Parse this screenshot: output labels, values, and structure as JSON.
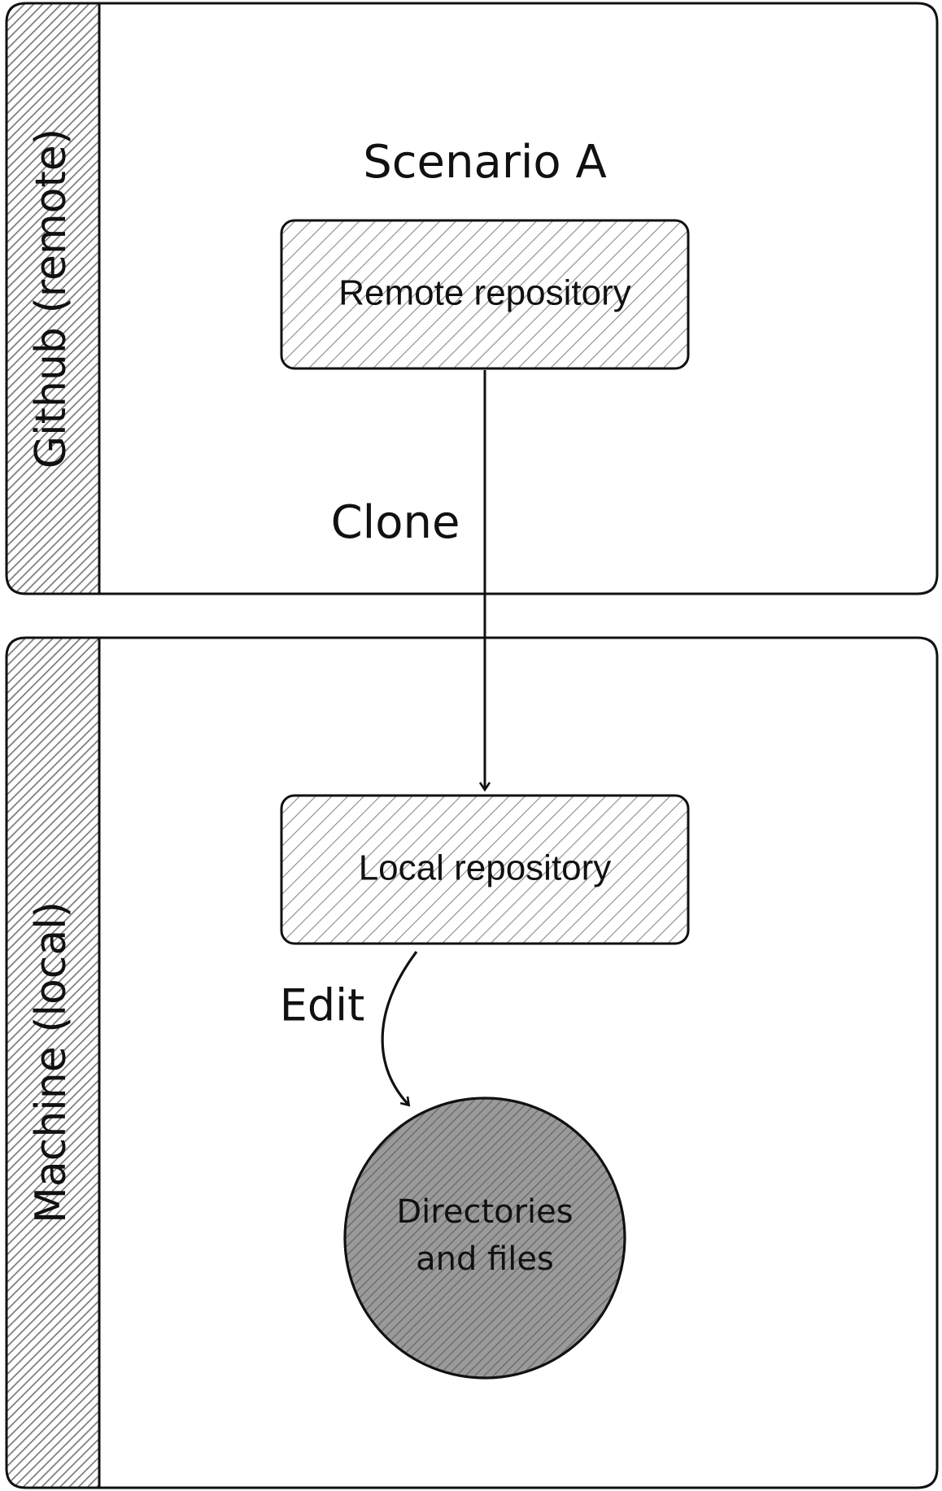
{
  "title": "Scenario A",
  "lanes": [
    {
      "id": "remote",
      "label": "Github (remote)"
    },
    {
      "id": "local",
      "label": "Machine (local)"
    }
  ],
  "nodes": {
    "remote_repo": "Remote repository",
    "local_repo": "Local repository",
    "files_line1": "Directories",
    "files_line2": "and files"
  },
  "edges": {
    "clone": "Clone",
    "edit": "Edit"
  }
}
